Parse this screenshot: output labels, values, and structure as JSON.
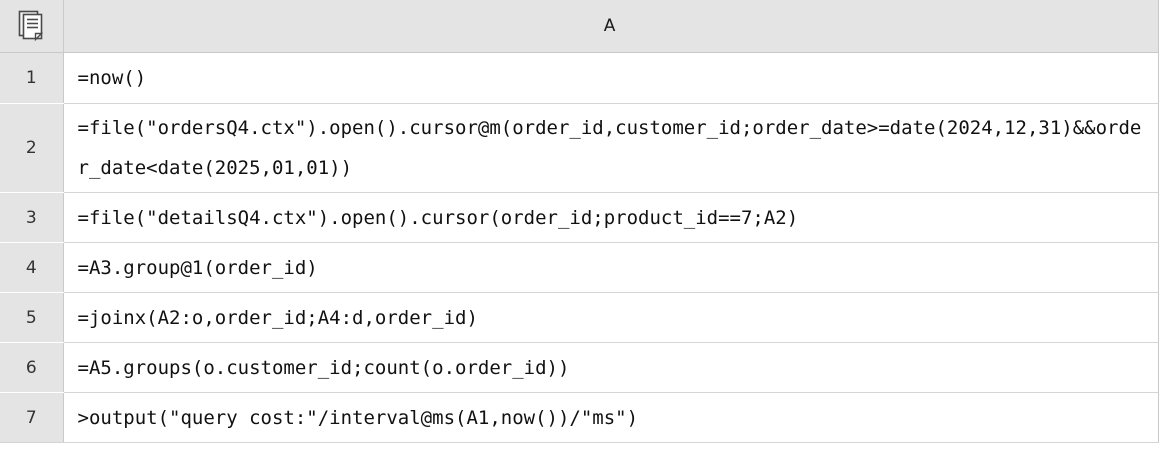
{
  "app": {
    "type": "spreadsheet-formula-grid",
    "background_color": "#ffffff",
    "header_bg": "#e4e4e4",
    "border_color": "#c9c9c9",
    "text_color": "#111111"
  },
  "header": {
    "corner_icon": "documents-stack-icon",
    "columns": [
      {
        "label": "A"
      }
    ]
  },
  "rows": [
    {
      "number": "1",
      "formula": "=now()"
    },
    {
      "number": "2",
      "formula": "=file(\"ordersQ4.ctx\").open().cursor@m(order_id,customer_id;order_date>=date(2024,12,31)&&order_date<date(2025,01,01))"
    },
    {
      "number": "3",
      "formula": "=file(\"detailsQ4.ctx\").open().cursor(order_id;product_id==7;A2)"
    },
    {
      "number": "4",
      "formula": "=A3.group@1(order_id)"
    },
    {
      "number": "5",
      "formula": "=joinx(A2:o,order_id;A4:d,order_id)"
    },
    {
      "number": "6",
      "formula": "=A5.groups(o.customer_id;count(o.order_id))"
    },
    {
      "number": "7",
      "formula": ">output(\"query cost:\"/interval@ms(A1,now())/\"ms\")"
    }
  ]
}
